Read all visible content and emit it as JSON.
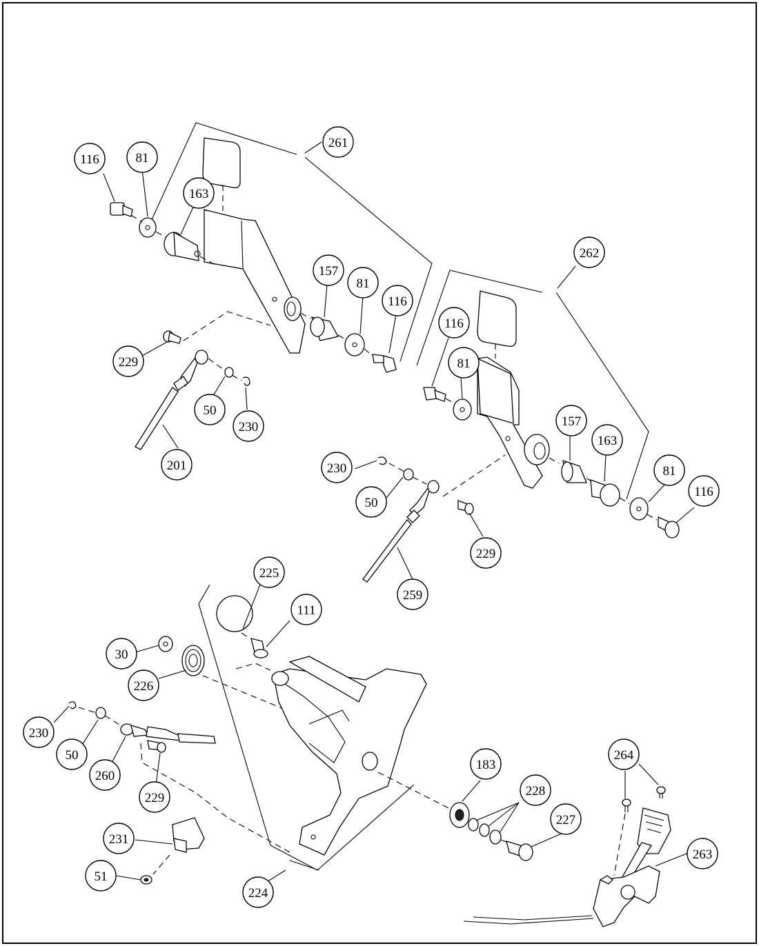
{
  "callouts": [
    {
      "id": "c-116-a",
      "label": "116"
    },
    {
      "id": "c-81-a",
      "label": "81"
    },
    {
      "id": "c-163-a",
      "label": "163"
    },
    {
      "id": "c-261",
      "label": "261"
    },
    {
      "id": "c-157-a",
      "label": "157"
    },
    {
      "id": "c-81-b",
      "label": "81"
    },
    {
      "id": "c-116-b",
      "label": "116"
    },
    {
      "id": "c-229-a",
      "label": "229"
    },
    {
      "id": "c-50-a",
      "label": "50"
    },
    {
      "id": "c-230-a",
      "label": "230"
    },
    {
      "id": "c-201",
      "label": "201"
    },
    {
      "id": "c-262",
      "label": "262"
    },
    {
      "id": "c-116-c",
      "label": "116"
    },
    {
      "id": "c-81-c",
      "label": "81"
    },
    {
      "id": "c-157-b",
      "label": "157"
    },
    {
      "id": "c-163-b",
      "label": "163"
    },
    {
      "id": "c-81-d",
      "label": "81"
    },
    {
      "id": "c-116-d",
      "label": "116"
    },
    {
      "id": "c-230-b",
      "label": "230"
    },
    {
      "id": "c-50-b",
      "label": "50"
    },
    {
      "id": "c-229-b",
      "label": "229"
    },
    {
      "id": "c-259",
      "label": "259"
    },
    {
      "id": "c-225",
      "label": "225"
    },
    {
      "id": "c-111",
      "label": "111"
    },
    {
      "id": "c-30",
      "label": "30"
    },
    {
      "id": "c-226",
      "label": "226"
    },
    {
      "id": "c-230-c",
      "label": "230"
    },
    {
      "id": "c-50-c",
      "label": "50"
    },
    {
      "id": "c-260",
      "label": "260"
    },
    {
      "id": "c-229-c",
      "label": "229"
    },
    {
      "id": "c-183",
      "label": "183"
    },
    {
      "id": "c-228",
      "label": "228"
    },
    {
      "id": "c-227",
      "label": "227"
    },
    {
      "id": "c-264",
      "label": "264"
    },
    {
      "id": "c-263",
      "label": "263"
    },
    {
      "id": "c-231",
      "label": "231"
    },
    {
      "id": "c-51",
      "label": "51"
    },
    {
      "id": "c-224",
      "label": "224"
    }
  ]
}
